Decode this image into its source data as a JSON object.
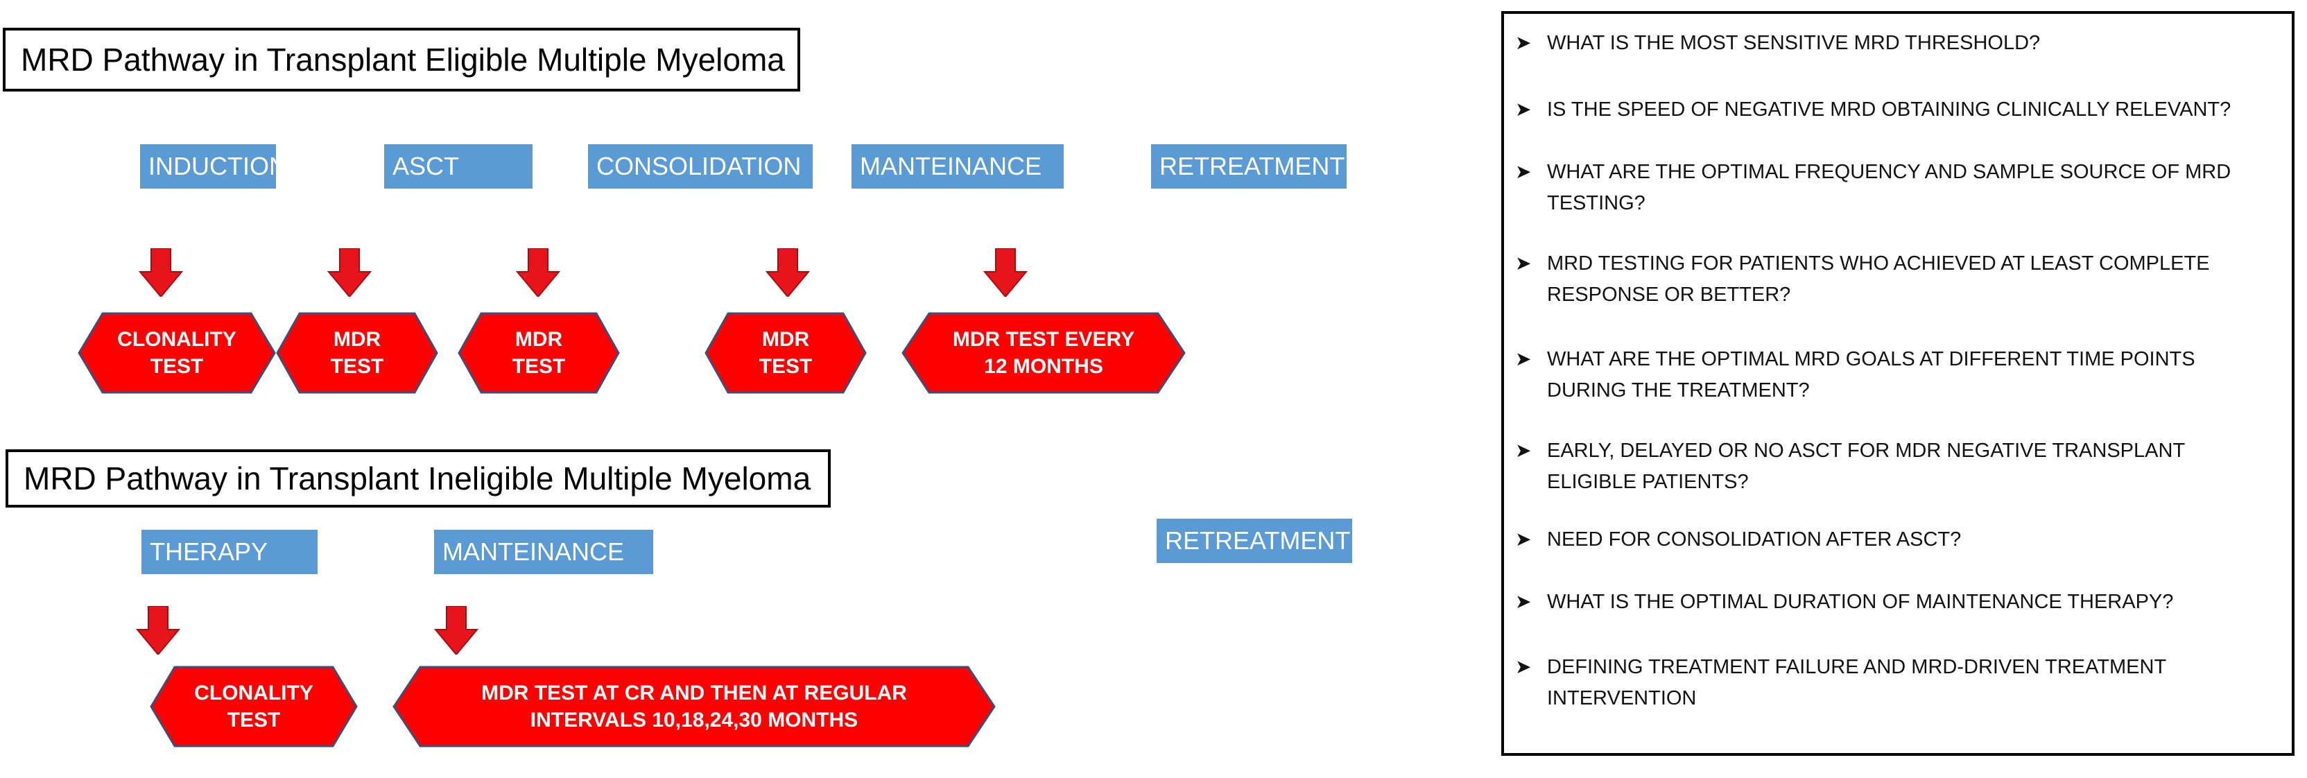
{
  "te": {
    "title": "MRD Pathway in Transplant Eligible Multiple Myeloma",
    "stages": [
      "INDUCTION",
      "ASCT",
      "CONSOLIDATION",
      "MANTEINANCE",
      "RETREATMENT"
    ],
    "tests": [
      "CLONALITY\nTEST",
      "MDR\nTEST",
      "MDR\nTEST",
      "MDR\nTEST",
      "MDR TEST EVERY\n12 MONTHS"
    ]
  },
  "ti": {
    "title": "MRD Pathway in Transplant Ineligible Multiple Myeloma",
    "stages": [
      "THERAPY",
      "MANTEINANCE",
      "RETREATMENT"
    ],
    "tests": [
      "CLONALITY\nTEST",
      "MDR TEST AT CR AND THEN AT REGULAR\nINTERVALS 10,18,24,30 MONTHS"
    ]
  },
  "questions": [
    "WHAT IS THE MOST SENSITIVE MRD THRESHOLD?",
    "IS THE SPEED OF NEGATIVE MRD OBTAINING CLINICALLY RELEVANT?",
    "WHAT ARE THE OPTIMAL FREQUENCY AND SAMPLE SOURCE OF MRD TESTING?",
    "MRD TESTING FOR PATIENTS WHO ACHIEVED AT LEAST COMPLETE RESPONSE OR BETTER?",
    "WHAT ARE THE OPTIMAL MRD GOALS AT DIFFERENT TIME POINTS DURING THE TREATMENT?",
    "EARLY, DELAYED OR NO ASCT FOR MDR NEGATIVE TRANSPLANT ELIGIBLE PATIENTS?",
    "NEED FOR CONSOLIDATION AFTER ASCT?",
    "WHAT IS THE OPTIMAL DURATION OF MAINTENANCE THERAPY?",
    "DEFINING TREATMENT FAILURE AND MRD-DRIVEN TREATMENT INTERVENTION"
  ],
  "colors": {
    "stage_fill": "#5b9bd5",
    "test_fill": "#ff0000",
    "arrow_fill": "#e8141c"
  }
}
